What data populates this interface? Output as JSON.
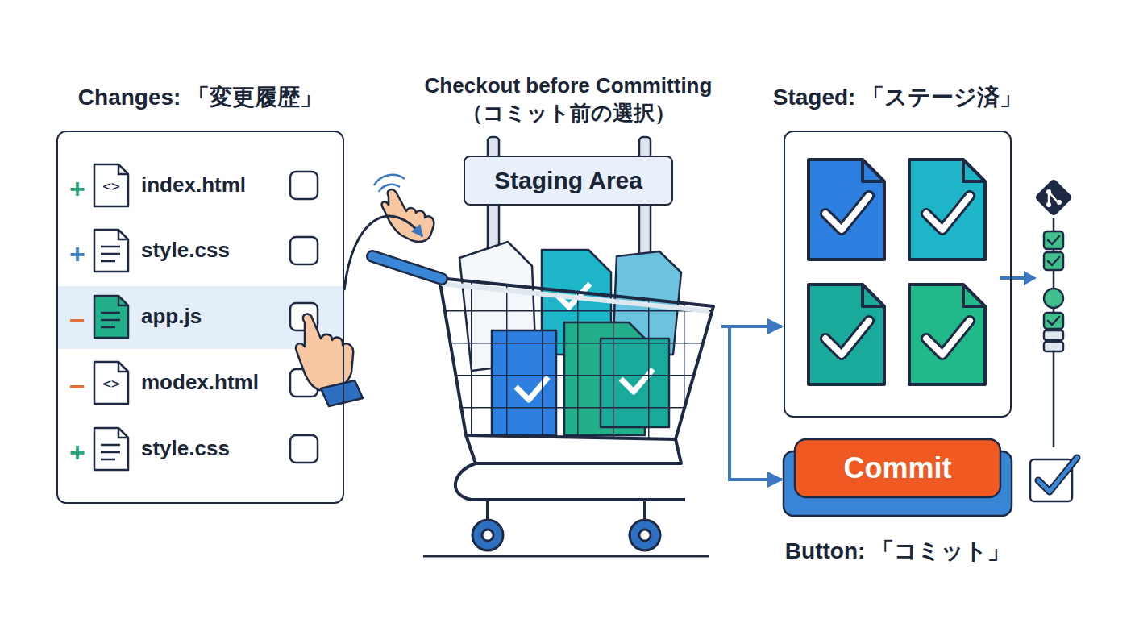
{
  "diagram": {
    "nodes": [
      {
        "text": [
          "Changes: 「変更履歴」"
        ]
      },
      {
        "text": [
          "Staging Area"
        ]
      },
      {
        "text": [
          "Staged: 「ステージ済」"
        ]
      },
      {
        "text": [
          "Commit",
          "Button: 「コミット」"
        ]
      }
    ],
    "edges": [
      {
        "from": 0,
        "to": 1,
        "arrow": "to"
      },
      {
        "from": 1,
        "to": 2,
        "arrow": "to"
      },
      {
        "from": 1,
        "to": 3,
        "arrow": "to"
      }
    ],
    "labels": [
      "Checkout before Committing （コミット前の選択）",
      "+",
      "index.html",
      "+",
      "style.css",
      "−",
      "app.js",
      "−",
      "modex.html",
      "+",
      "style.css"
    ]
  }
}
